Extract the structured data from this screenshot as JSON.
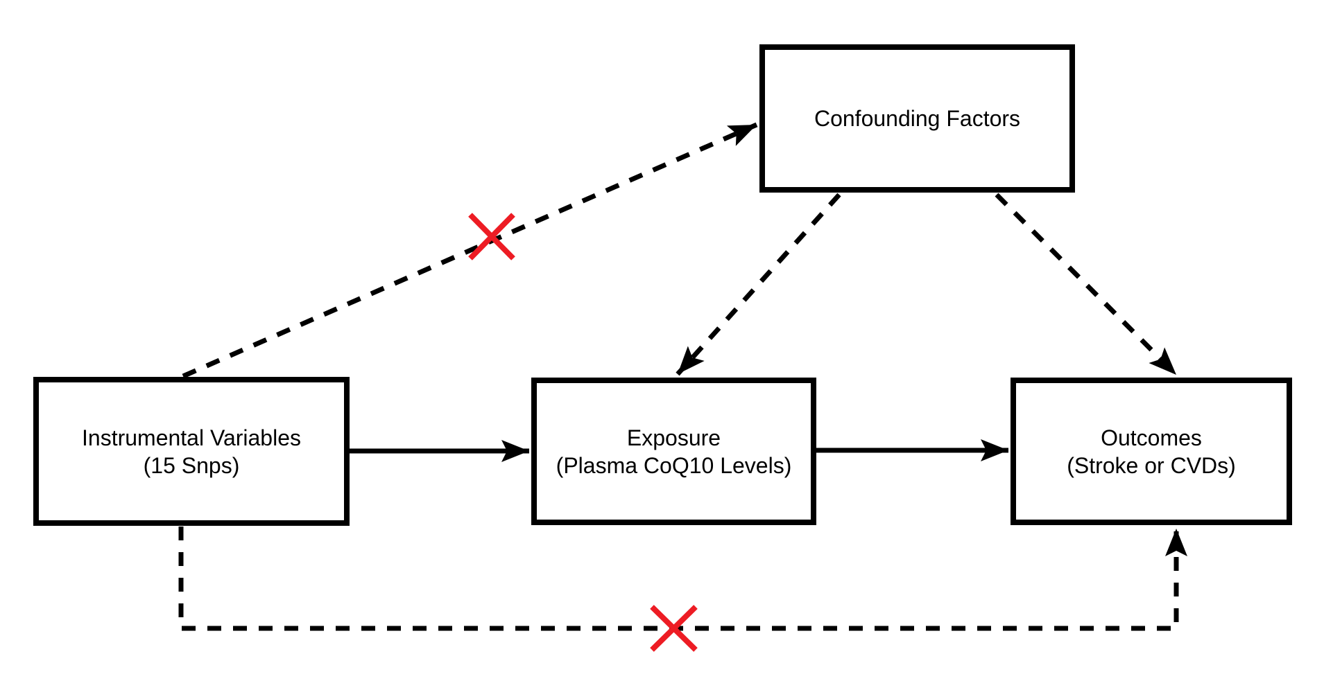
{
  "diagram": {
    "type": "causal-dag-mendelian-randomization",
    "background_color": "#ffffff",
    "edge_color": "#000000",
    "blocked_mark_color": "#ed1c24",
    "nodes": {
      "confounding_factors": {
        "label": "Confounding Factors"
      },
      "instrumental_variables": {
        "line1": "Instrumental Variables",
        "line2": "(15 Snps)"
      },
      "exposure": {
        "line1": "Exposure",
        "line2": "(Plasma CoQ10 Levels)"
      },
      "outcomes": {
        "line1": "Outcomes",
        "line2": "(Stroke or CVDs)"
      }
    },
    "edges": [
      {
        "from": "instrumental_variables",
        "to": "exposure",
        "style": "solid",
        "blocked": false
      },
      {
        "from": "exposure",
        "to": "outcomes",
        "style": "solid",
        "blocked": false
      },
      {
        "from": "confounding_factors",
        "to": "exposure",
        "style": "dashed",
        "blocked": false
      },
      {
        "from": "confounding_factors",
        "to": "outcomes",
        "style": "dashed",
        "blocked": false
      },
      {
        "from": "instrumental_variables",
        "to": "confounding_factors",
        "style": "dashed",
        "blocked": true
      },
      {
        "from": "instrumental_variables",
        "to": "outcomes",
        "style": "dashed",
        "blocked": true
      }
    ]
  }
}
